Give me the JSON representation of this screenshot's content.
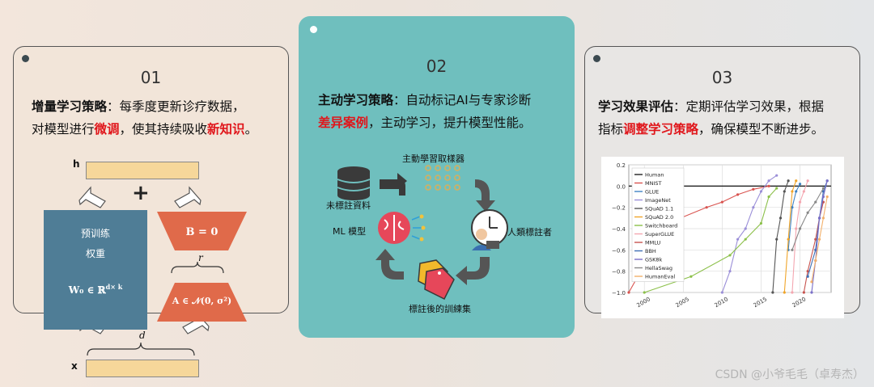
{
  "card1": {
    "number": "01",
    "title": "增量学习策略",
    "text_a": "：每季度更新诊疗数据，",
    "text_b": "对模型进行",
    "hl1": "微调",
    "text_c": "，使其持续吸收",
    "hl2": "新知识",
    "text_d": "。",
    "diagram": {
      "h_label": "h",
      "x_label": "x",
      "weights_line1": "预训练",
      "weights_line2": "权重",
      "weights_formula": "W₀ ∈ ℝ",
      "weights_sup": "d× k",
      "b_formula": "B = 0",
      "a_formula": "A ∈ 𝒩(0, σ²)",
      "r_label": "r",
      "d_label": "d",
      "plus": "+"
    }
  },
  "card2": {
    "number": "02",
    "title": "主动学习策略",
    "text_a": "：自动标记AI与专家诊断",
    "hl": "差异案例",
    "text_b": "，主动学习，提升模型性能。",
    "cycle": {
      "unlabeled": "未標註資料",
      "learner": "主動學習取樣器",
      "human": "人類標註者",
      "labeled": "標註後的訓練集",
      "model": "ML 模型"
    }
  },
  "card3": {
    "number": "03",
    "title": "学习效果评估",
    "text_a": "：定期评估学习效果，根据",
    "text_b": "指标",
    "hl": "调整学习策略",
    "text_c": "，确保模型不断进步。"
  },
  "colors": {
    "accent_red": "#e0161b",
    "teal": "#6fbfbe",
    "box_blue": "#4f7d96",
    "box_orange": "#e06a4a",
    "box_yellow": "#f6d79a"
  },
  "chart_data": {
    "type": "line",
    "ylim": [
      -1.0,
      0.2
    ],
    "xlim": [
      1998,
      2024
    ],
    "yticks": [
      "0.2",
      "0.0",
      "−0.2",
      "−0.4",
      "−0.6",
      "−0.8",
      "−1.0"
    ],
    "xticks": [
      "2000",
      "2005",
      "2010",
      "2015",
      "2020"
    ],
    "grid": true,
    "legend_position": "top-left",
    "series": [
      {
        "name": "Human",
        "color": "#222222",
        "x": [
          1998,
          2024
        ],
        "y": [
          0,
          0
        ]
      },
      {
        "name": "MNIST",
        "color": "#d9534f",
        "x": [
          1998,
          2003,
          2008,
          2010,
          2012,
          2014,
          2016
        ],
        "y": [
          -1.0,
          -0.35,
          -0.2,
          -0.15,
          -0.08,
          -0.03,
          0.0
        ]
      },
      {
        "name": "GLUE",
        "color": "#3f83c4",
        "x": [
          2018.5,
          2019,
          2019.5,
          2020
        ],
        "y": [
          -0.6,
          -0.2,
          -0.05,
          0.02
        ]
      },
      {
        "name": "ImageNet",
        "color": "#9b8fd8",
        "x": [
          2010,
          2011,
          2012,
          2013,
          2014,
          2015,
          2016,
          2017
        ],
        "y": [
          -1.0,
          -0.8,
          -0.5,
          -0.4,
          -0.2,
          -0.05,
          0.05,
          0.1
        ]
      },
      {
        "name": "SQuAD 1.1",
        "color": "#555555",
        "x": [
          2016.5,
          2017,
          2017.5,
          2018,
          2018.5
        ],
        "y": [
          -1.0,
          -0.5,
          -0.3,
          -0.05,
          0.05
        ]
      },
      {
        "name": "SQuAD 2.0",
        "color": "#f0a52a",
        "x": [
          2018,
          2018.5,
          2019,
          2019.5
        ],
        "y": [
          -1.0,
          -0.5,
          -0.05,
          0.05
        ]
      },
      {
        "name": "Switchboard",
        "color": "#8cc04a",
        "x": [
          2000,
          2006,
          2011,
          2013,
          2015,
          2016,
          2017
        ],
        "y": [
          -1.0,
          -0.85,
          -0.65,
          -0.5,
          -0.35,
          -0.1,
          -0.02
        ]
      },
      {
        "name": "SuperGLUE",
        "color": "#f4a6b0",
        "x": [
          2019,
          2019.5,
          2020,
          2020.5,
          2021
        ],
        "y": [
          -1.0,
          -0.4,
          -0.15,
          -0.05,
          0.05
        ]
      },
      {
        "name": "MMLU",
        "color": "#c7534f",
        "x": [
          2020.5,
          2021,
          2022,
          2022.5,
          2023
        ],
        "y": [
          -1.0,
          -0.8,
          -0.5,
          -0.3,
          -0.15
        ]
      },
      {
        "name": "BBH",
        "color": "#3f6fb4",
        "x": [
          2021,
          2022,
          2022.5,
          2023,
          2023.5
        ],
        "y": [
          -0.85,
          -0.6,
          -0.3,
          -0.05,
          0.05
        ]
      },
      {
        "name": "GSK8k",
        "color": "#7a6fc8",
        "x": [
          2021.5,
          2022,
          2022.5,
          2023,
          2023.5
        ],
        "y": [
          -1.0,
          -0.7,
          -0.3,
          -0.1,
          0.05
        ]
      },
      {
        "name": "HellaSwag",
        "color": "#888888",
        "x": [
          2019,
          2020,
          2021,
          2022,
          2023
        ],
        "y": [
          -0.6,
          -0.4,
          -0.25,
          -0.15,
          -0.02
        ]
      },
      {
        "name": "HumanEval",
        "color": "#f3b06a",
        "x": [
          2021.5,
          2022,
          2022.5,
          2023,
          2023.5
        ],
        "y": [
          -0.9,
          -0.7,
          -0.5,
          -0.3,
          -0.1
        ]
      }
    ]
  },
  "watermark": "CSDN @小爷毛毛（卓寿杰）"
}
